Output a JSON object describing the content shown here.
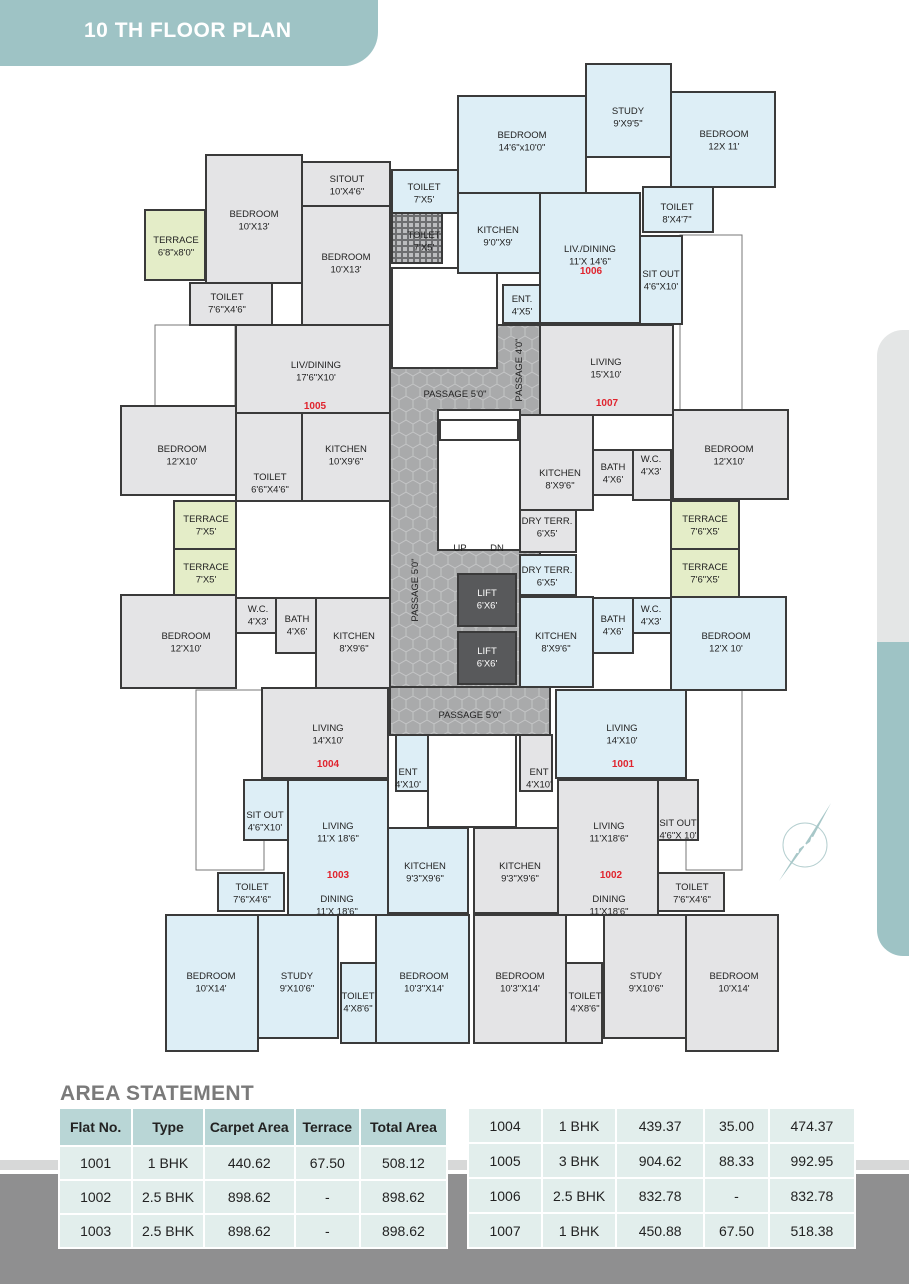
{
  "header": {
    "title": "10 TH FLOOR PLAN"
  },
  "flats": {
    "f1001": "1001",
    "f1002": "1002",
    "f1003": "1003",
    "f1004": "1004",
    "f1005": "1005",
    "f1006": "1006",
    "f1007": "1007"
  },
  "rooms": {
    "r1006_bedroom_a": [
      "BEDROOM",
      "14'6\"x10'0\""
    ],
    "r1006_study": [
      "STUDY",
      "9'X9'5\""
    ],
    "r1006_bedroom_b": [
      "BEDROOM",
      "12X 11'"
    ],
    "r1006_toilet_a": [
      "TOILET",
      "7'X5'"
    ],
    "r1006_toilet_b": [
      "TOILET",
      "8'X4'7\""
    ],
    "r1006_kitchen": [
      "KITCHEN",
      "9'0\"X9'"
    ],
    "r1006_livdining": [
      "LIV./DINING",
      "11'X 14'6\""
    ],
    "r1006_sitout": [
      "SIT OUT",
      "4'6\"X10'"
    ],
    "r1006_ent": [
      "ENT.",
      "4'X5'"
    ],
    "duct_toilet": [
      "TOILET",
      "7'X5'"
    ],
    "r1005_sitout": [
      "SITOUT",
      "10'X4'6\""
    ],
    "r1005_bedroom_a": [
      "BEDROOM",
      "10'X13'"
    ],
    "r1005_bedroom_b": [
      "BEDROOM",
      "10'X13'"
    ],
    "r1005_terrace_top": [
      "TERRACE",
      "6'8\"x8'0\""
    ],
    "r1005_toilet_a": [
      "TOILET",
      "7'6\"X4'6\""
    ],
    "r1005_livdining": [
      "LIV/DINING",
      "17'6\"X10'"
    ],
    "r1005_bedroom_c": [
      "BEDROOM",
      "12'X10'"
    ],
    "r1005_kitchen": [
      "KITCHEN",
      "10'X9'6\""
    ],
    "r1005_toilet_b": [
      "TOILET",
      "6'6\"X4'6\""
    ],
    "r1005_terrace": [
      "TERRACE",
      "7'X5'"
    ],
    "r1004_terrace": [
      "TERRACE",
      "7'X5'"
    ],
    "r1004_bedroom": [
      "BEDROOM",
      "12'X10'"
    ],
    "r1004_wc": [
      "W.C.",
      "4'X3'"
    ],
    "r1004_bath": [
      "BATH",
      "4'X6'"
    ],
    "r1004_kitchen": [
      "KITCHEN",
      "8'X9'6\""
    ],
    "r1004_living": [
      "LIVING",
      "14'X10'"
    ],
    "r1007_living": [
      "LIVING",
      "15'X10'"
    ],
    "r1007_bedroom": [
      "BEDROOM",
      "12'X10'"
    ],
    "r1007_kitchen": [
      "KITCHEN",
      "8'X9'6\""
    ],
    "r1007_bath": [
      "BATH",
      "4'X6'"
    ],
    "r1007_wc": [
      "W.C.",
      "4'X3'"
    ],
    "r1007_dryterr": [
      "DRY TERR.",
      "6'X5'"
    ],
    "r1007_terrace": [
      "TERRACE",
      "7'6\"X5'"
    ],
    "r1001_terrace": [
      "TERRACE",
      "7'6\"X5'"
    ],
    "r1001_dryterr": [
      "DRY TERR.",
      "6'X5'"
    ],
    "r1001_kitchen": [
      "KITCHEN",
      "8'X9'6\""
    ],
    "r1001_bath": [
      "BATH",
      "4'X6'"
    ],
    "r1001_wc": [
      "W.C.",
      "4'X3'"
    ],
    "r1001_bedroom": [
      "BEDROOM",
      "12'X 10'"
    ],
    "r1001_living": [
      "LIVING",
      "14'X10'"
    ],
    "r1003_ent": [
      "ENT",
      "4'X10'"
    ],
    "r1003_sitout": [
      "SIT OUT",
      "4'6\"X10'"
    ],
    "r1003_living": [
      "LIVING",
      "11'X 18'6\""
    ],
    "r1003_dining": [
      "DINING",
      "11'X 18'6\""
    ],
    "r1003_kitchen": [
      "KITCHEN",
      "9'3\"X9'6\""
    ],
    "r1003_toilet_a": [
      "TOILET",
      "7'6\"X4'6\""
    ],
    "r1003_bedroom_a": [
      "BEDROOM",
      "10'X14'"
    ],
    "r1003_study": [
      "STUDY",
      "9'X10'6\""
    ],
    "r1003_toilet_b": [
      "TOILET",
      "4'X8'6\""
    ],
    "r1003_bedroom_b": [
      "BEDROOM",
      "10'3\"X14'"
    ],
    "r1002_ent": [
      "ENT",
      "4'X10'"
    ],
    "r1002_living": [
      "LIVING",
      "11'X18'6\""
    ],
    "r1002_dining": [
      "DINING",
      "11'X18'6\""
    ],
    "r1002_kitchen": [
      "KITCHEN",
      "9'3\"X9'6\""
    ],
    "r1002_sitout": [
      "SIT OUT",
      "4'6\"X 10'"
    ],
    "r1002_toilet_a": [
      "TOILET",
      "7'6\"X4'6\""
    ],
    "r1002_bedroom_a": [
      "BEDROOM",
      "10'3\"X14'"
    ],
    "r1002_toilet_b": [
      "TOILET",
      "4'X8'6\""
    ],
    "r1002_study": [
      "STUDY",
      "9'X10'6\""
    ],
    "r1002_bedroom_b": [
      "BEDROOM",
      "10'X14'"
    ]
  },
  "core": {
    "passage_top": "PASSAGE 5'0\"",
    "passage_vert_top": "PASSAGE 4'0\"",
    "passage_left": "PASSAGE 5'0\"",
    "passage_bottom": "PASSAGE 5'0\"",
    "lift_a": [
      "LIFT",
      "6'X6'"
    ],
    "lift_b": [
      "LIFT",
      "6'X6'"
    ],
    "up": "UP",
    "dn": "DN"
  },
  "area_statement": {
    "title": "AREA STATEMENT",
    "headers": [
      "Flat No.",
      "Type",
      "Carpet Area",
      "Terrace",
      "Total Area"
    ],
    "left_rows": [
      [
        "1001",
        "1 BHK",
        "440.62",
        "67.50",
        "508.12"
      ],
      [
        "1002",
        "2.5 BHK",
        "898.62",
        "-",
        "898.62"
      ],
      [
        "1003",
        "2.5 BHK",
        "898.62",
        "-",
        "898.62"
      ]
    ],
    "right_rows": [
      [
        "1004",
        "1 BHK",
        "439.37",
        "35.00",
        "474.37"
      ],
      [
        "1005",
        "3 BHK",
        "904.62",
        "88.33",
        "992.95"
      ],
      [
        "1006",
        "2.5 BHK",
        "832.78",
        "-",
        "832.78"
      ],
      [
        "1007",
        "1 BHK",
        "450.88",
        "67.50",
        "518.38"
      ]
    ]
  },
  "colors": {
    "grey_room": "#e4e4e6",
    "blue_room": "#ddeef6",
    "terrace": "#e4edc8",
    "core": "#a9aaab",
    "lift": "#58595b",
    "flat_number": "#e0232d",
    "header": "#9ec3c5"
  }
}
